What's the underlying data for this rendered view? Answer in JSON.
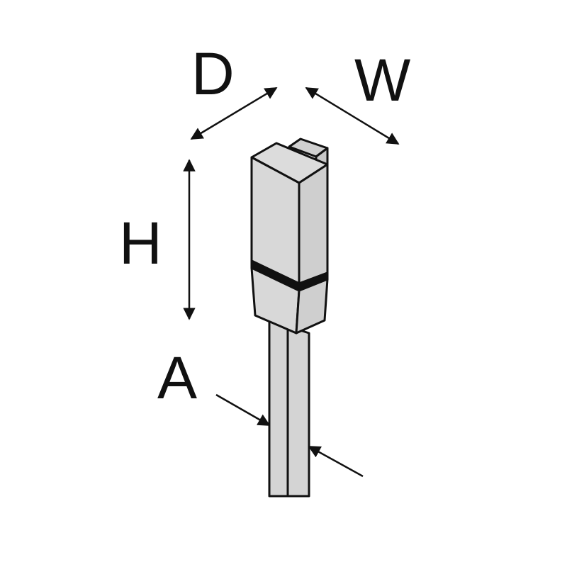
{
  "labels": {
    "depth": "D",
    "width": "W",
    "height": "H",
    "strap_thickness": "A"
  },
  "colors": {
    "body_front": "#d8d8d8",
    "body_side": "#cfcfcf",
    "body_top": "#dcdcdc",
    "strap": "#d4d4d4",
    "outline": "#111111",
    "background": "#ffffff"
  }
}
